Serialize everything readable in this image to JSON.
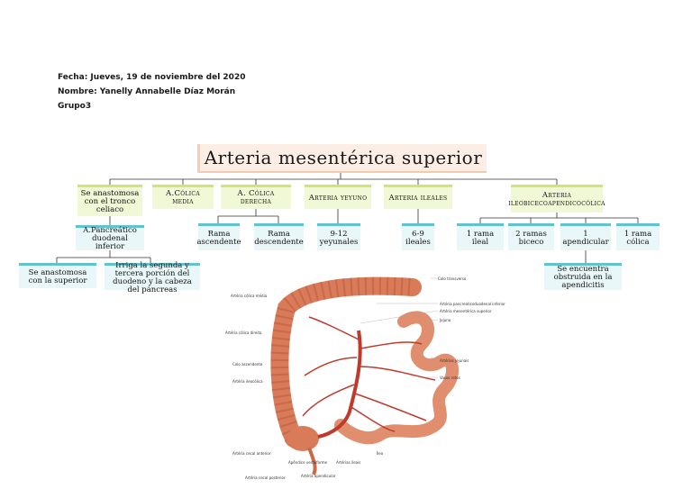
{
  "header": {
    "fecha": "Fecha: Jueves, 19 de noviembre del 2020",
    "nombre": "Nombre: Yanelly Annabelle Díaz Morán",
    "grupo": "Grupo3"
  },
  "title": "Arteria mesentérica superior",
  "branches": {
    "tronco": "Se anastomosa con el tronco celiaco",
    "colica_media": "A.Cólica media",
    "colica_derecha": "A. Cólica derecha",
    "yeyuno": "Arteria yeyuno",
    "ileales": "Arteria ileales",
    "ileo": "Arteria ileobicecoapendicocólica"
  },
  "sub": {
    "pancreatico": "A.Pancreático duodenal inferior",
    "anastomosa_sup": "Se anastomosa con la superior",
    "irriga": "Irriga la segunda y tercera porción del duodeno y la cabeza del páncreas",
    "rama_asc": "Rama ascendente",
    "rama_desc": "Rama descendente",
    "yeyunales": "9-12 yeyunales",
    "ileales_n": "6-9 ileales",
    "rama_ileal": "1 rama ileal",
    "ramas_biceco": "2 ramas biceco",
    "apendicular": "1 apendicular",
    "rama_colica": "1 rama cólica",
    "obstruida": "Se encuentra obstruida en la apendicitis"
  },
  "figure_labels": {
    "colon_transverso": "Colo transverso",
    "pancreatico": "Artéria pancreaticoduodenal inferior",
    "mesenterica": "Artéria mesentérica superior",
    "jejuno": "Jejuno",
    "jejunais": "Artérias jejunais",
    "vasos_retos": "Vasos retos",
    "ileo": "Íleo",
    "ileais": "Artérias ileais",
    "apendice": "Apêndice vermiforme",
    "apendicular": "Artéria apendicular",
    "cecal_post": "Artéria cecal posterior",
    "cecal_ant": "Artéria cecal anterior",
    "ileocolica": "Artéria ileocólica",
    "colo_asc": "Colo ascendente",
    "colica_dir": "Artéria cólica direita",
    "colica_media": "Artéria cólica média"
  },
  "colors": {
    "green": "#cfe675",
    "teal": "#63c3cc",
    "title_bg": "#fdeee5",
    "intestine": "#d97a58",
    "artery": "#c0392b"
  }
}
